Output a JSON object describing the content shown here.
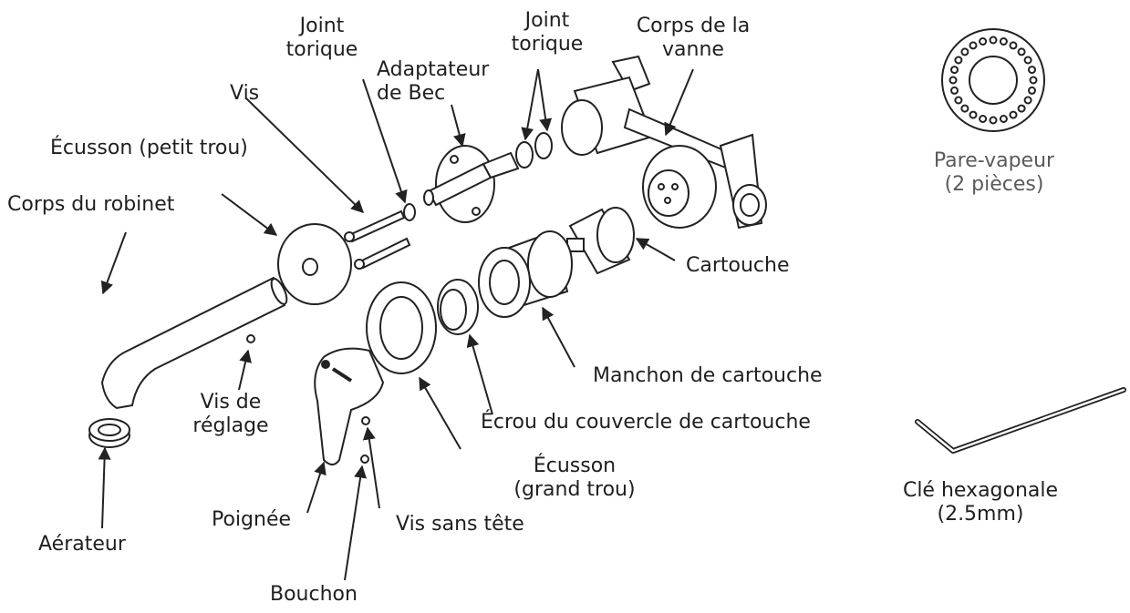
{
  "labels": {
    "joint_torique_1": [
      "Joint",
      "torique"
    ],
    "adaptateur": [
      "Adaptateur",
      "de Bec"
    ],
    "joint_torique_2": [
      "Joint",
      "torique"
    ],
    "corps_vanne": [
      "Corps de la",
      "vanne"
    ],
    "vis": "Vis",
    "ecusson_petit": "Écusson (petit trou)",
    "corps_robinet": "Corps du robinet",
    "cartouche": "Cartouche",
    "manchon": "Manchon de cartouche",
    "ecrou": "Écrou du couvercle de cartouche",
    "vis_reglage": [
      "Vis de",
      "réglage"
    ],
    "ecusson_grand": [
      "Écusson",
      "(grand trou)"
    ],
    "poignee": "Poignée",
    "vis_sans_tete": "Vis sans tête",
    "aerateur": "Aérateur",
    "bouchon": "Bouchon",
    "pare_vapeur": [
      "Pare-vapeur",
      "(2 pièces)"
    ],
    "cle_hex": [
      "Clé hexagonale",
      "(2.5mm)"
    ]
  }
}
